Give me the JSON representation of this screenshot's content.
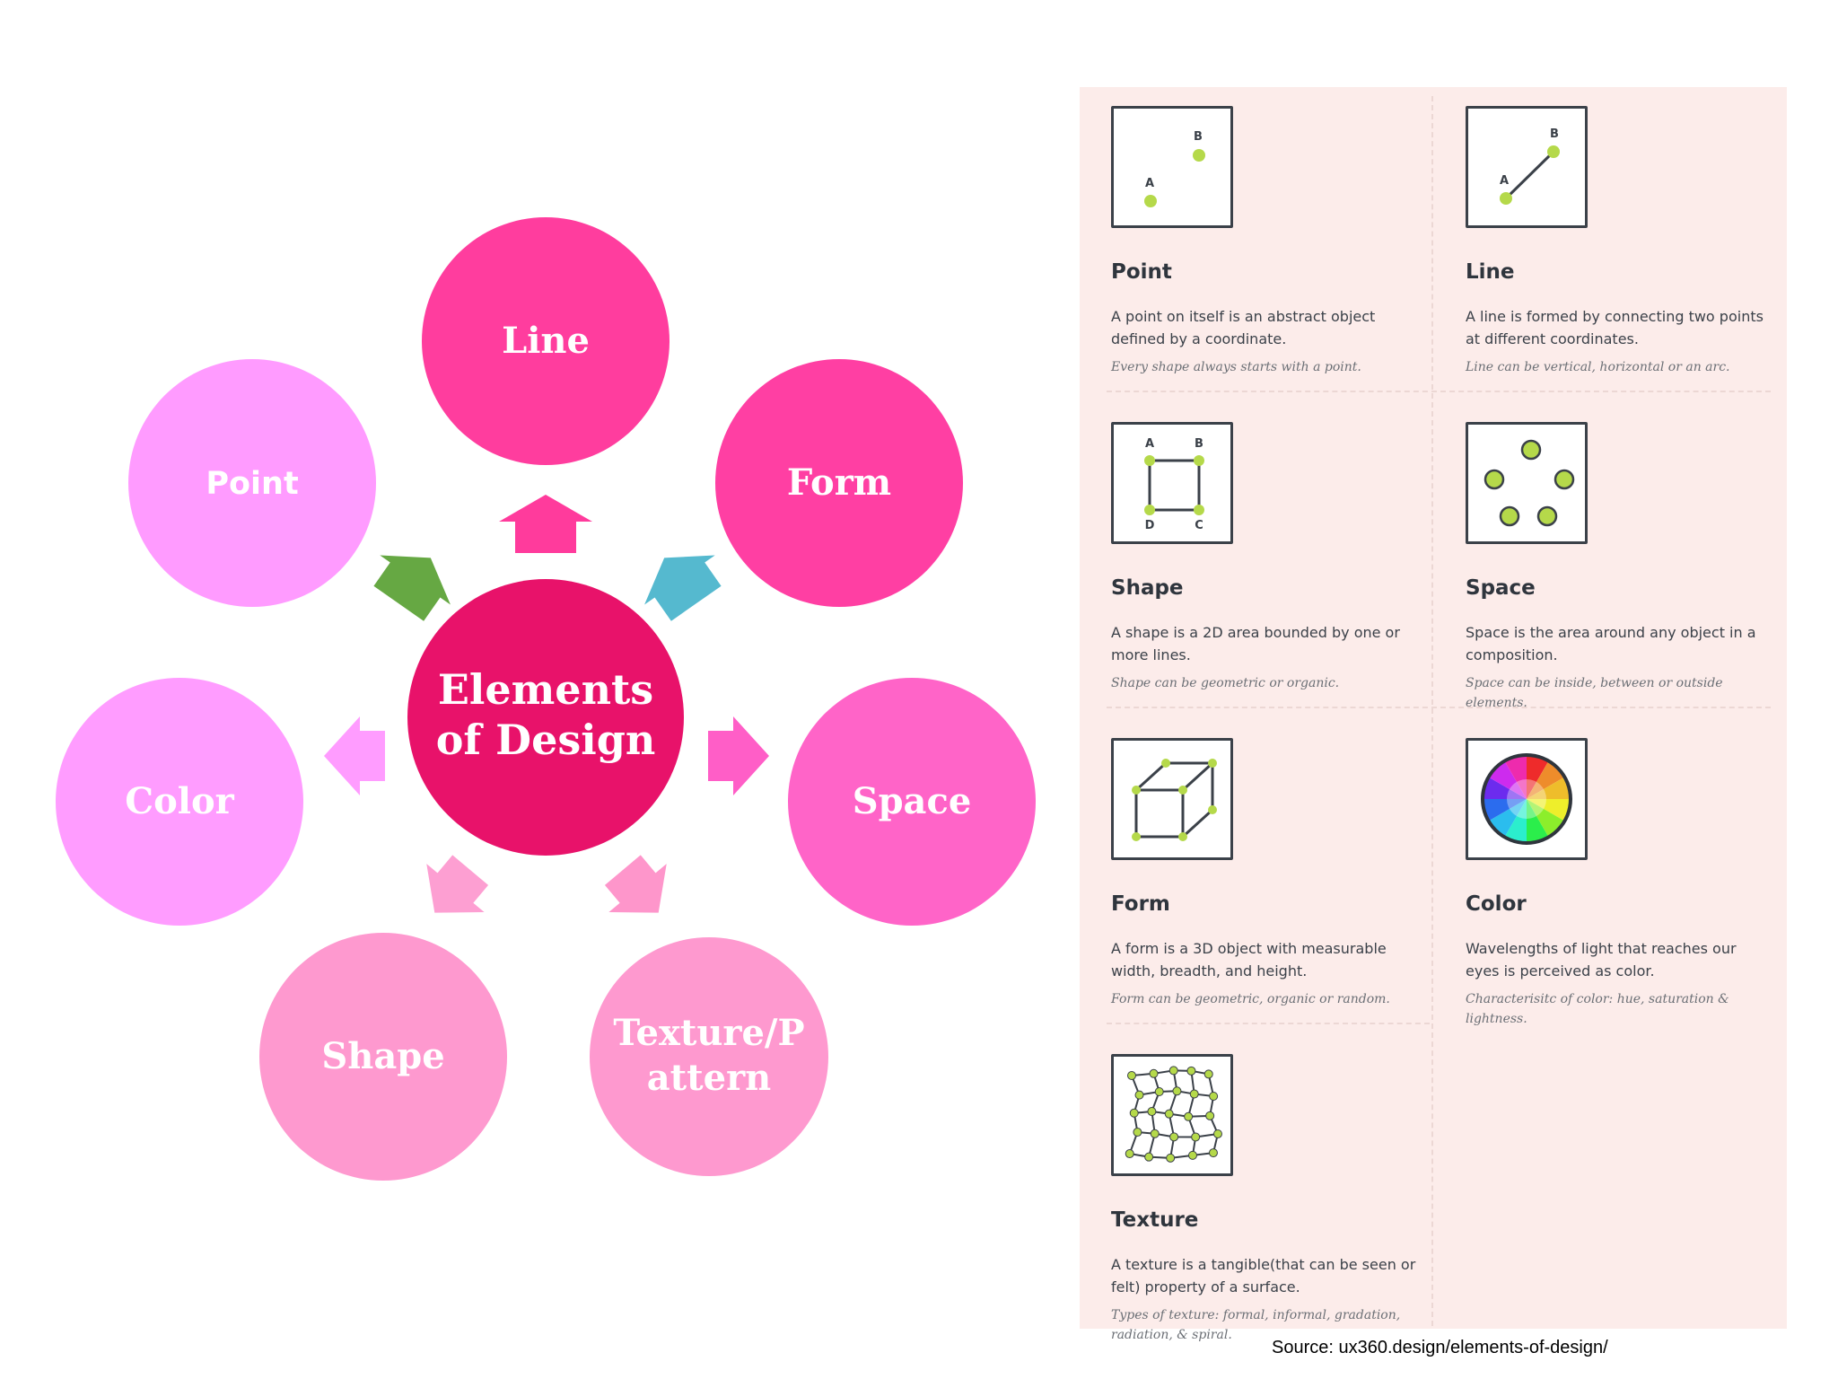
{
  "diagram": {
    "center": {
      "line1": "Elements",
      "line2": "of Design",
      "color": "#e8126a"
    },
    "nodes": {
      "line": {
        "label": "Line",
        "color": "#ff3d9e"
      },
      "form": {
        "label": "Form",
        "color": "#ff3fa3"
      },
      "point": {
        "label": "Point",
        "color": "#ff9bff"
      },
      "space": {
        "label": "Space",
        "color": "#ff64c8"
      },
      "color": {
        "label": "Color",
        "color": "#ff9cff"
      },
      "shape": {
        "label": "Shape",
        "color": "#fe99cf"
      },
      "texture": {
        "line1": "Texture/P",
        "line2": "attern",
        "color": "#fe99cf"
      }
    },
    "arrow_colors": {
      "up": "#ff3b9c",
      "up_left": "#66a843",
      "up_right": "#55b9cf",
      "left": "#ff9cff",
      "right": "#ff5ec7",
      "down_left": "#fd9fd2",
      "down_right": "#fe96cb"
    }
  },
  "panel": {
    "background": "#fcecea",
    "accent": "#b5d94a",
    "cards": {
      "point": {
        "title": "Point",
        "desc": "A point on itself is an abstract object defined by a coordinate.",
        "note": "Every shape always starts with a point.",
        "icon": "point-icon",
        "label_a": "A",
        "label_b": "B"
      },
      "line": {
        "title": "Line",
        "desc": "A line is formed by connecting two points at different coordinates.",
        "note": "Line can be vertical, horizontal or an arc.",
        "icon": "line-icon",
        "label_a": "A",
        "label_b": "B"
      },
      "shape": {
        "title": "Shape",
        "desc": "A shape is a 2D area bounded by one or more lines.",
        "note": "Shape can be geometric or organic.",
        "icon": "square-icon",
        "label_a": "A",
        "label_b": "B",
        "label_c": "C",
        "label_d": "D"
      },
      "space": {
        "title": "Space",
        "desc": "Space is the area around any object in a composition.",
        "note": "Space can be inside, between or outside elements.",
        "icon": "dots-icon"
      },
      "form": {
        "title": "Form",
        "desc": "A form is a 3D object with measurable width, breadth, and height.",
        "note": "Form can be geometric, organic or random.",
        "icon": "cube-icon"
      },
      "color": {
        "title": "Color",
        "desc": "Wavelengths of light that reaches our eyes is perceived as color.",
        "note": "Characterisitc of color: hue, saturation & lightness.",
        "icon": "color-wheel-icon"
      },
      "texture": {
        "title": "Texture",
        "desc": "A texture is a tangible(that can be seen or felt) property of a surface.",
        "note": "Types of texture: formal, informal, gradation, radiation, & spiral.",
        "icon": "grid-texture-icon"
      }
    }
  },
  "source": "Source: ux360.design/elements-of-design/"
}
